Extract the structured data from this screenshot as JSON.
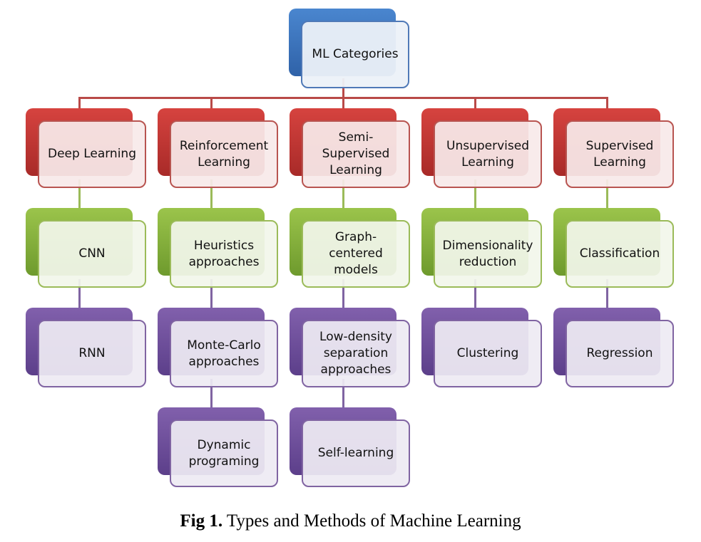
{
  "root": {
    "label": "ML Categories",
    "color": "blue"
  },
  "columns": [
    {
      "label": "Deep Learning",
      "children": [
        "CNN",
        "RNN"
      ]
    },
    {
      "label": "Reinforcement\nLearning",
      "children": [
        "Heuristics\napproaches",
        "Monte-Carlo\napproaches",
        "Dynamic\nprograming"
      ]
    },
    {
      "label": "Semi-\nSupervised\nLearning",
      "children": [
        "Graph-\ncentered\nmodels",
        "Low-density\nseparation\napproaches",
        "Self-learning"
      ]
    },
    {
      "label": "Unsupervised\nLearning",
      "children": [
        "Dimensionality\nreduction",
        "Clustering"
      ]
    },
    {
      "label": "Supervised\nLearning",
      "children": [
        "Classification",
        "Regression"
      ]
    }
  ],
  "level_colors": [
    "red",
    "green",
    "purple",
    "purple"
  ],
  "connector_colors": {
    "top": "#b94a48",
    "level1": "#9bbb59",
    "level2": "#8064a2"
  },
  "caption": {
    "prefix": "Fig 1.",
    "text": " Types and Methods of Machine Learning"
  }
}
